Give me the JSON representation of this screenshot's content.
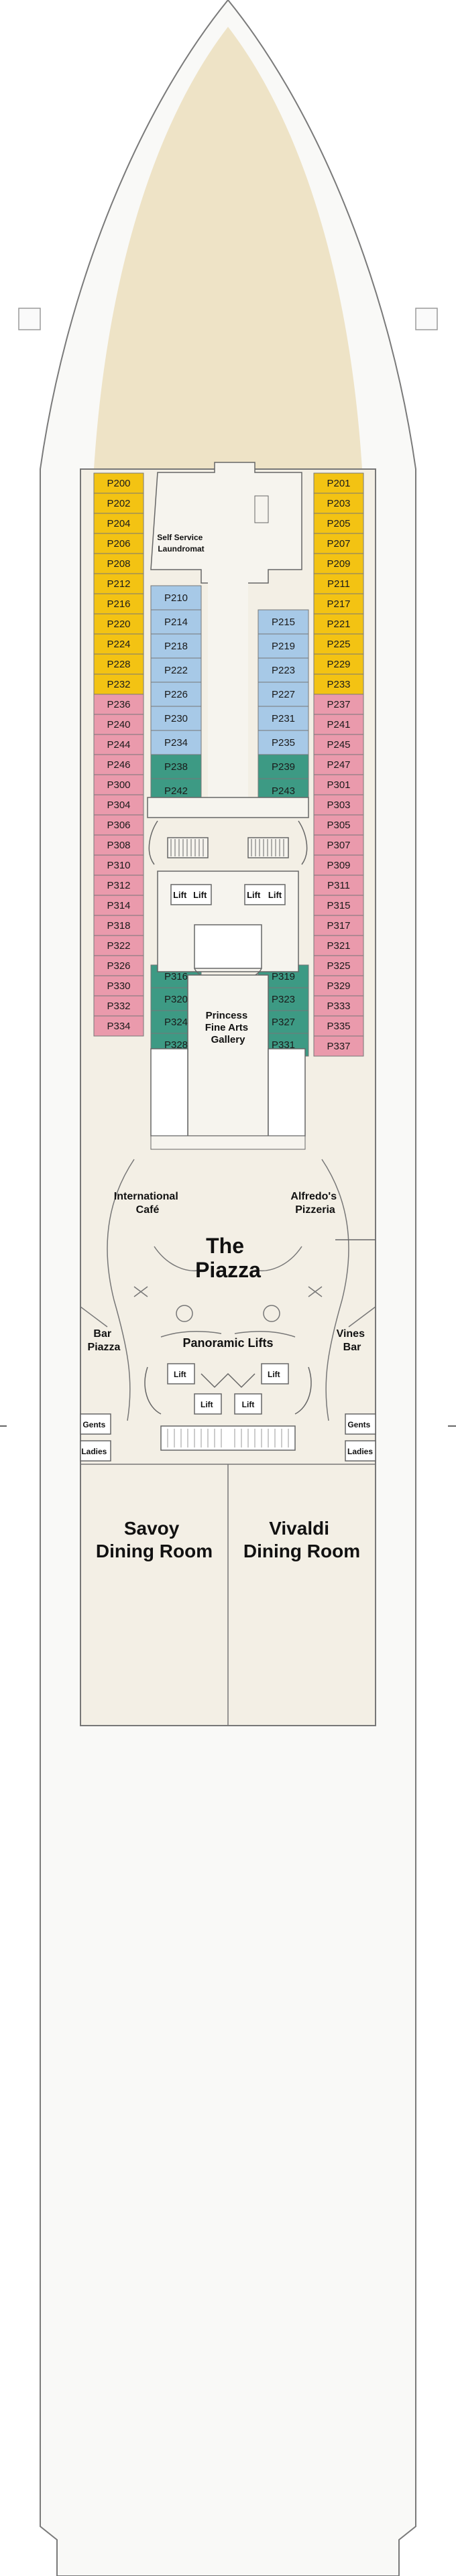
{
  "colors": {
    "hull": "#f9f9f7",
    "bow": "#eee3c6",
    "deck": "#f3efe5",
    "suite": "#f3c313",
    "minisuite": "#ea9aac",
    "balcony": "#a7c9e7",
    "oceanview": "#3d9a84",
    "outline": "#777777"
  },
  "stateroom_columns": {
    "outer_left": [
      "P200",
      "P202",
      "P204",
      "P206",
      "P208",
      "P212",
      "P216",
      "P220",
      "P224",
      "P228",
      "P232",
      "P236",
      "P240",
      "P244",
      "P246",
      "P300",
      "P304",
      "P306",
      "P308",
      "P310",
      "P312",
      "P314",
      "P318",
      "P322",
      "P326",
      "P330",
      "P332",
      "P334"
    ],
    "outer_right": [
      "P201",
      "P203",
      "P205",
      "P207",
      "P209",
      "P211",
      "P217",
      "P221",
      "P225",
      "P229",
      "P233",
      "P237",
      "P241",
      "P245",
      "P247",
      "P301",
      "P303",
      "P305",
      "P307",
      "P309",
      "P311",
      "P315",
      "P317",
      "P321",
      "P325",
      "P329",
      "P333",
      "P335",
      "P337"
    ],
    "inner_left_fwd": [
      "P210",
      "P214",
      "P218",
      "P222",
      "P226",
      "P230",
      "P234",
      "P238",
      "P242"
    ],
    "inner_right_fwd": [
      "P215",
      "P219",
      "P223",
      "P227",
      "P231",
      "P235",
      "P239",
      "P243"
    ],
    "inner_left_mid": [
      "P316",
      "P320",
      "P324",
      "P328"
    ],
    "inner_right_mid": [
      "P319",
      "P323",
      "P327",
      "P331"
    ]
  },
  "venues": {
    "laundromat": [
      "Self Service",
      "Laundromat"
    ],
    "gallery": [
      "Princess",
      "Fine Arts",
      "Gallery"
    ],
    "cafe": [
      "International",
      "Café"
    ],
    "pizzeria": [
      "Alfredo's",
      "Pizzeria"
    ],
    "piazza": [
      "The",
      "Piazza"
    ],
    "bar_piazza": [
      "Bar",
      "Piazza"
    ],
    "vines_bar": [
      "Vines",
      "Bar"
    ],
    "panoramic_lifts": "Panoramic Lifts",
    "savoy": [
      "Savoy",
      "Dining Room"
    ],
    "vivaldi": [
      "Vivaldi",
      "Dining Room"
    ]
  },
  "lift_label": "Lift",
  "restrooms": {
    "gents": "Gents",
    "ladies": "Ladies"
  }
}
